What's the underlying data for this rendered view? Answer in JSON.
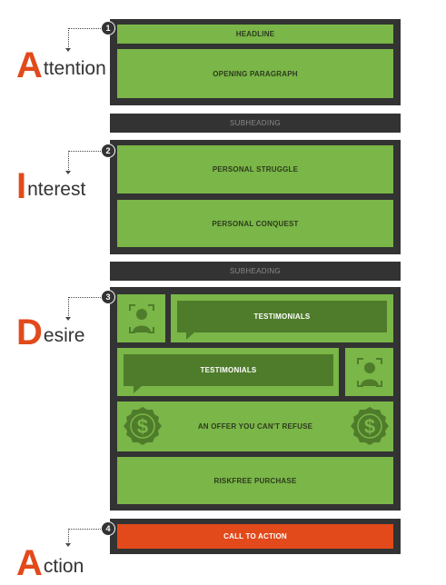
{
  "stages": [
    {
      "letter": "A",
      "rest": "ttention",
      "number": "1"
    },
    {
      "letter": "I",
      "rest": "nterest",
      "number": "2"
    },
    {
      "letter": "D",
      "rest": "esire",
      "number": "3"
    },
    {
      "letter": "A",
      "rest": "ction",
      "number": "4"
    }
  ],
  "attention": {
    "headline": "HEADLINE",
    "opening": "OPENING PARAGRAPH"
  },
  "subheading_1": "SUBHEADING",
  "interest": {
    "struggle": "PERSONAL STRUGGLE",
    "conquest": "PERSONAL CONQUEST"
  },
  "subheading_2": "SUBHEADING",
  "desire": {
    "testimonial_1": "TESTIMONIALS",
    "testimonial_2": "TESTIMONIALS",
    "offer": "AN OFFER YOU CAN'T REFUSE",
    "offer_icon_glyph": "$",
    "riskfree": "RISKFREE PURCHASE"
  },
  "action": {
    "cta": "CALL TO ACTION"
  },
  "colors": {
    "green": "#7ab648",
    "dark_green": "#4f7c2b",
    "frame": "#333333",
    "accent": "#e24a1b"
  },
  "icons": [
    "person-avatar-icon",
    "dollar-badge-icon",
    "number-circle-icon"
  ]
}
